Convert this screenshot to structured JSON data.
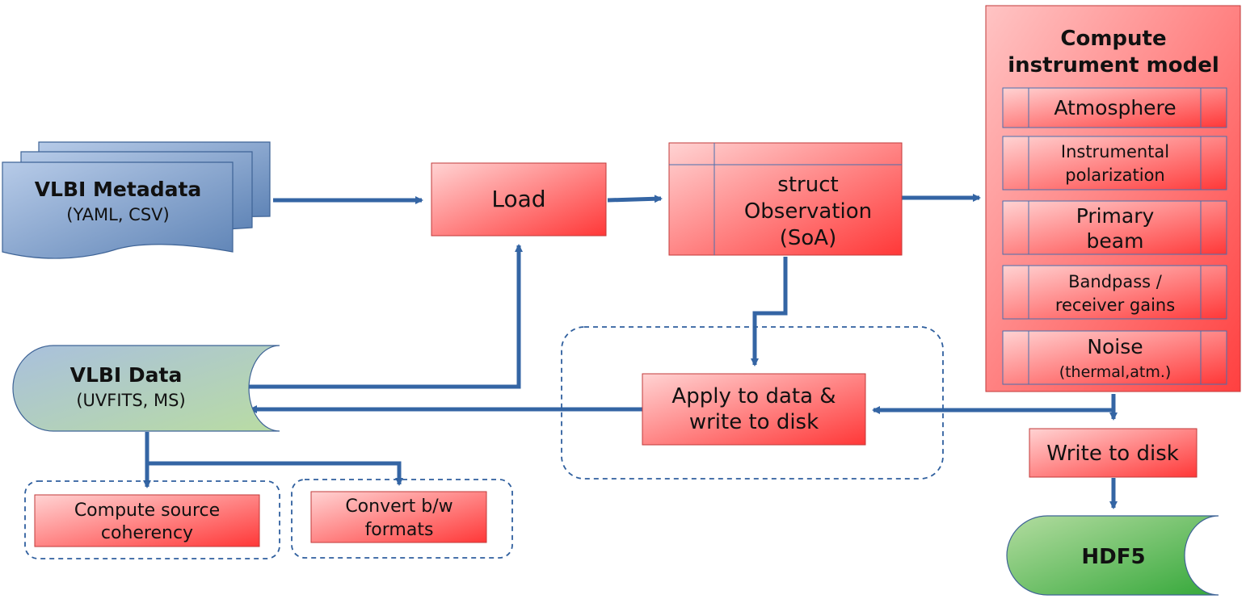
{
  "metadata": {
    "title": "VLBI Metadata",
    "subtitle": "(YAML, CSV)"
  },
  "load": {
    "label": "Load"
  },
  "observation": {
    "line1": "struct",
    "line2": "Observation",
    "line3": "(SoA)"
  },
  "instrument": {
    "title_line1": "Compute",
    "title_line2": "instrument model",
    "items": [
      {
        "line1": "Atmosphere",
        "line2": ""
      },
      {
        "line1": "Instrumental",
        "line2": "polarization"
      },
      {
        "line1": "Primary",
        "line2": "beam"
      },
      {
        "line1": "Bandpass /",
        "line2": "receiver gains"
      },
      {
        "line1": "Noise",
        "line2": "(thermal,atm.)"
      }
    ]
  },
  "vlbi_data": {
    "title": "VLBI Data",
    "subtitle": "(UVFITS, MS)"
  },
  "apply": {
    "line1": "Apply to data &",
    "line2": "write to disk"
  },
  "write_disk": {
    "label": "Write to disk"
  },
  "hdf5": {
    "label": "HDF5"
  },
  "coherency": {
    "line1": "Compute source",
    "line2": "coherency"
  },
  "convert": {
    "line1": "Convert b/w",
    "line2": "formats"
  },
  "colors": {
    "arrow": "#3465a4",
    "red_light": "#ffd0d0",
    "red_dark": "#ff3333",
    "blue_light": "#aec3e4",
    "blue_dark": "#5a7fb2",
    "green_light": "#a8d58f",
    "green_dark": "#3aaa3a"
  }
}
